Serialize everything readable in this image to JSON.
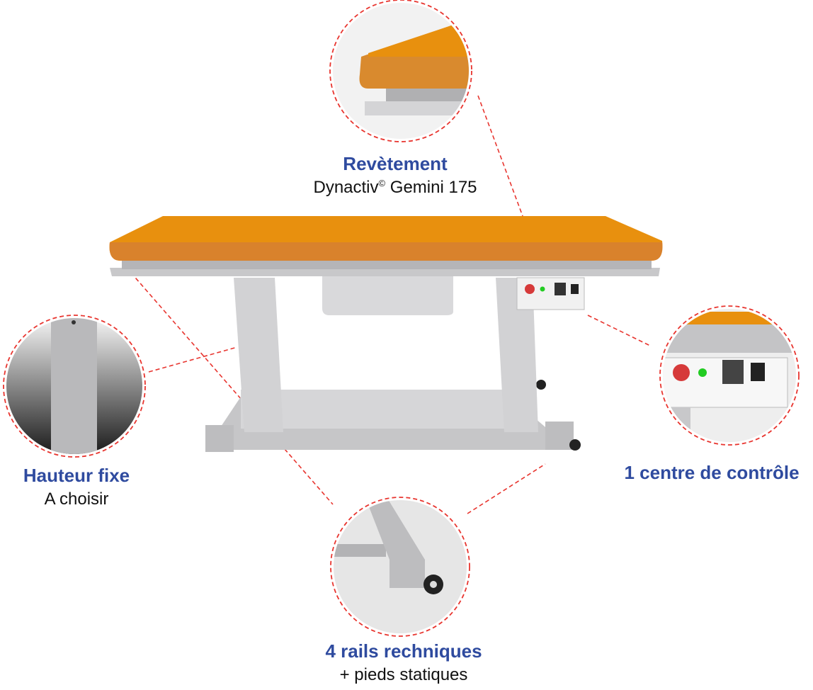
{
  "callouts": {
    "covering": {
      "title": "Revètement",
      "subtitle_brand": "Dynactiv",
      "subtitle_mark": "©",
      "subtitle_rest": " Gemini 175"
    },
    "height": {
      "title": "Hauteur fixe",
      "subtitle": "A choisir"
    },
    "control": {
      "title": "1 centre de contrôle"
    },
    "rails": {
      "title": "4 rails rechniques",
      "subtitle": "+ pieds statiques"
    }
  },
  "colors": {
    "accent": "#2f4b9f",
    "dash": "#e8352f",
    "cushion": "#e8900e",
    "frame": "#cfcfd1"
  }
}
